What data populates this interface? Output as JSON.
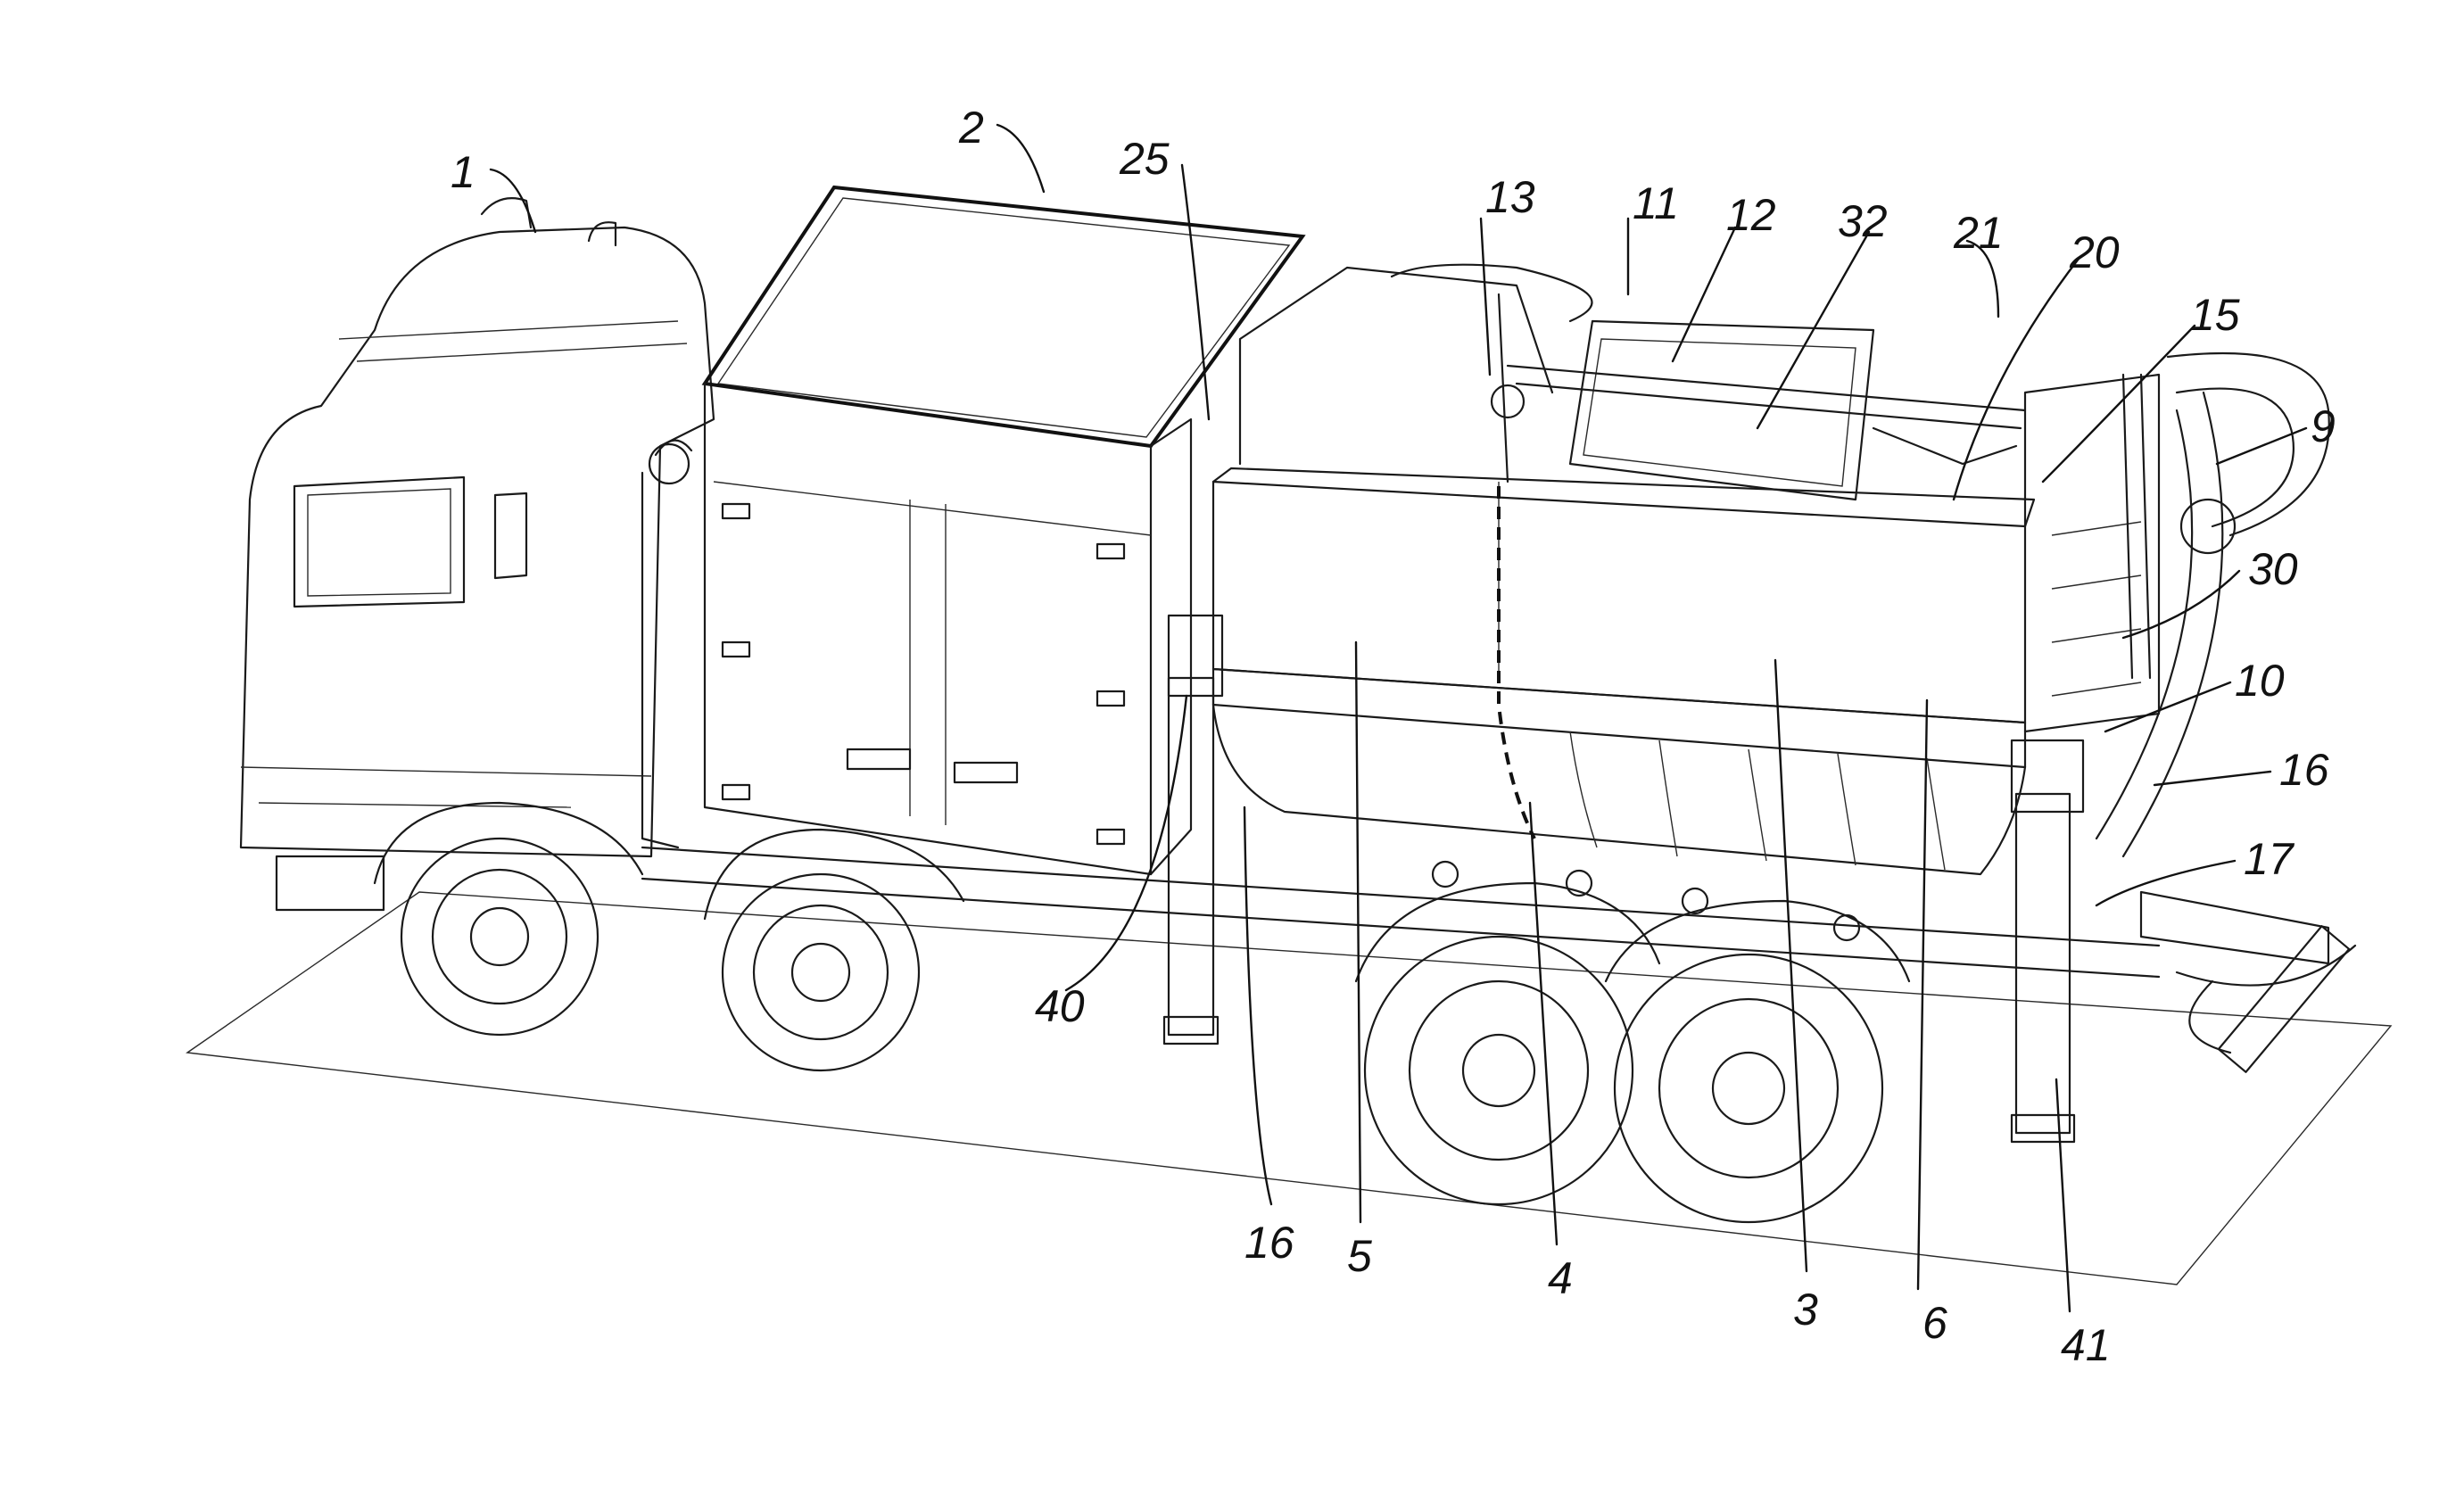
{
  "labels": {
    "l1": "1",
    "l2": "2",
    "l25": "25",
    "l13": "13",
    "l11": "11",
    "l12": "12",
    "l32": "32",
    "l21": "21",
    "l20": "20",
    "l15": "15",
    "l9": "9",
    "l30": "30",
    "l10": "10",
    "l16a": "16",
    "l17": "17",
    "l40": "40",
    "l16b": "16",
    "l5": "5",
    "l4": "4",
    "l3": "3",
    "l6": "6",
    "l41": "41"
  }
}
